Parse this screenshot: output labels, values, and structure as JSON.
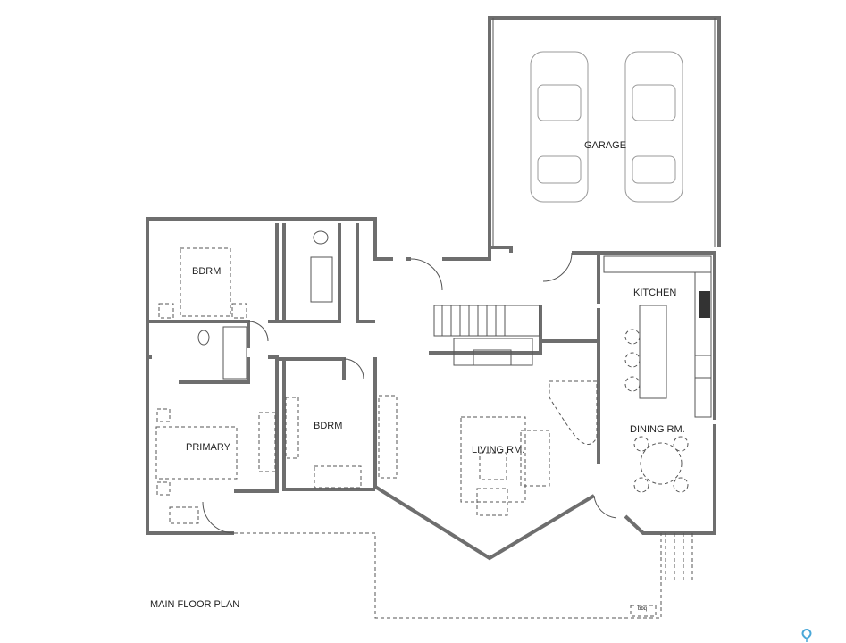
{
  "plan": {
    "title": "MAIN FLOOR PLAN",
    "rooms": {
      "garage": "GARAGE",
      "bedroom_top": "BDRM",
      "bedroom_middle": "BDRM",
      "primary": "PRIMARY",
      "kitchen": "KITCHEN",
      "living": "LIVING RM.",
      "dining": "DINING RM."
    },
    "bbq": "bbq"
  },
  "icons": {
    "location": "map-pin-icon"
  },
  "colors": {
    "pin": "#4aa8d8",
    "wall": "#6e6e6e"
  }
}
